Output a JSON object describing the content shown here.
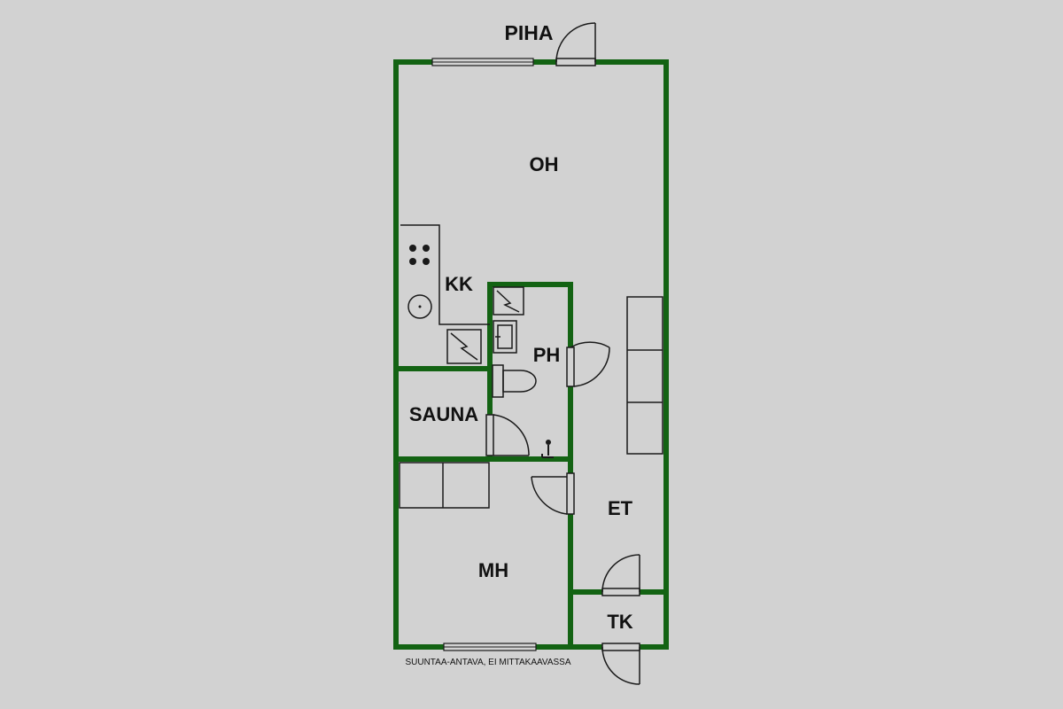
{
  "rooms": {
    "piha": "PIHA",
    "oh": "OH",
    "kk": "KK",
    "ph": "PH",
    "sauna": "SAUNA",
    "et": "ET",
    "mh": "MH",
    "tk": "TK"
  },
  "note": "SUUNTAA-ANTAVA, EI MITTAKAAVASSA",
  "colors": {
    "background": "#d2d2d2",
    "wall": "#136313",
    "fixture_line": "#1a1a1a",
    "label": "#111111"
  }
}
